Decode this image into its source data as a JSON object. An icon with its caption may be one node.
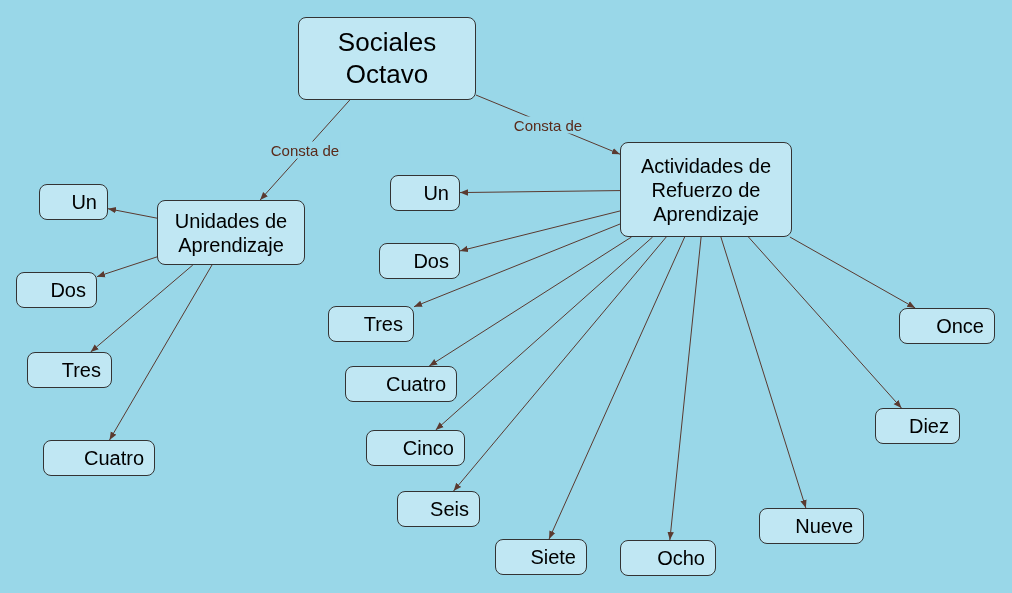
{
  "diagram": {
    "nodes": [
      {
        "text": [
          "Sociales Octavo"
        ]
      },
      {
        "text": [
          "Unidades de Aprendizaje"
        ]
      },
      {
        "text": [
          "Actividades de Refuerzo de Aprendizaje"
        ]
      },
      {
        "text": [
          "Un"
        ]
      },
      {
        "text": [
          "Dos"
        ]
      },
      {
        "text": [
          "Tres"
        ]
      },
      {
        "text": [
          "Cuatro"
        ]
      },
      {
        "text": [
          "Un"
        ]
      },
      {
        "text": [
          "Dos"
        ]
      },
      {
        "text": [
          "Tres"
        ]
      },
      {
        "text": [
          "Cuatro"
        ]
      },
      {
        "text": [
          "Cinco"
        ]
      },
      {
        "text": [
          "Seis"
        ]
      },
      {
        "text": [
          "Siete"
        ]
      },
      {
        "text": [
          "Ocho"
        ]
      },
      {
        "text": [
          "Nueve"
        ]
      },
      {
        "text": [
          "Diez"
        ]
      },
      {
        "text": [
          "Once"
        ]
      }
    ],
    "edges": [
      {
        "from": 0,
        "to": 1,
        "arrow": "to",
        "label": "Consta de"
      },
      {
        "from": 0,
        "to": 2,
        "arrow": "to",
        "label": "Consta de"
      },
      {
        "from": 1,
        "to": 3,
        "arrow": "to"
      },
      {
        "from": 1,
        "to": 4,
        "arrow": "to"
      },
      {
        "from": 1,
        "to": 5,
        "arrow": "to"
      },
      {
        "from": 1,
        "to": 6,
        "arrow": "to"
      },
      {
        "from": 2,
        "to": 7,
        "arrow": "to"
      },
      {
        "from": 2,
        "to": 8,
        "arrow": "to"
      },
      {
        "from": 2,
        "to": 9,
        "arrow": "to"
      },
      {
        "from": 2,
        "to": 10,
        "arrow": "to"
      },
      {
        "from": 2,
        "to": 11,
        "arrow": "to"
      },
      {
        "from": 2,
        "to": 12,
        "arrow": "to"
      },
      {
        "from": 2,
        "to": 13,
        "arrow": "to"
      },
      {
        "from": 2,
        "to": 14,
        "arrow": "to"
      },
      {
        "from": 2,
        "to": 15,
        "arrow": "to"
      },
      {
        "from": 2,
        "to": 16,
        "arrow": "to"
      },
      {
        "from": 2,
        "to": 17,
        "arrow": "to"
      }
    ]
  }
}
